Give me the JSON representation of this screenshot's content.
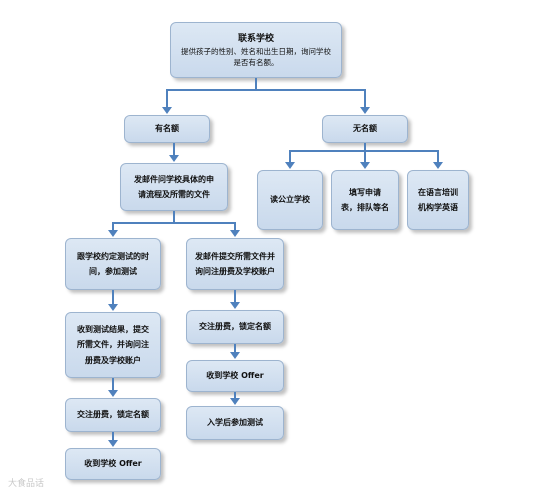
{
  "root": {
    "title": "联系学校",
    "desc_line1": "提供孩子的性别、姓名和出生日期，询问学校",
    "desc_line2": "是否有名额。"
  },
  "has_quota": {
    "label": "有名额",
    "step1": [
      "发邮件问学校具体的申",
      "请流程及所需的文件"
    ],
    "left": [
      [
        "跟学校约定测试的时",
        "间，参加测试"
      ],
      [
        "收到测试结果，提交",
        "所需文件，并询问注",
        "册费及学校账户"
      ],
      [
        "交注册费，锁定名额"
      ],
      [
        "收到学校 Offer"
      ]
    ],
    "right": [
      [
        "发邮件提交所需文件并",
        "询问注册费及学校账户"
      ],
      [
        "交注册费，锁定名额"
      ],
      [
        "收到学校 Offer"
      ],
      [
        "入学后参加测试"
      ]
    ]
  },
  "no_quota": {
    "label": "无名额",
    "options": [
      [
        "读公立学校"
      ],
      [
        "填写申请",
        "表，排队等名"
      ],
      [
        "在语言培训",
        "机构学英语"
      ]
    ]
  },
  "watermark": "大食品话",
  "colors": {
    "line": "#4f81bd",
    "box_border": "#9db4cf"
  }
}
